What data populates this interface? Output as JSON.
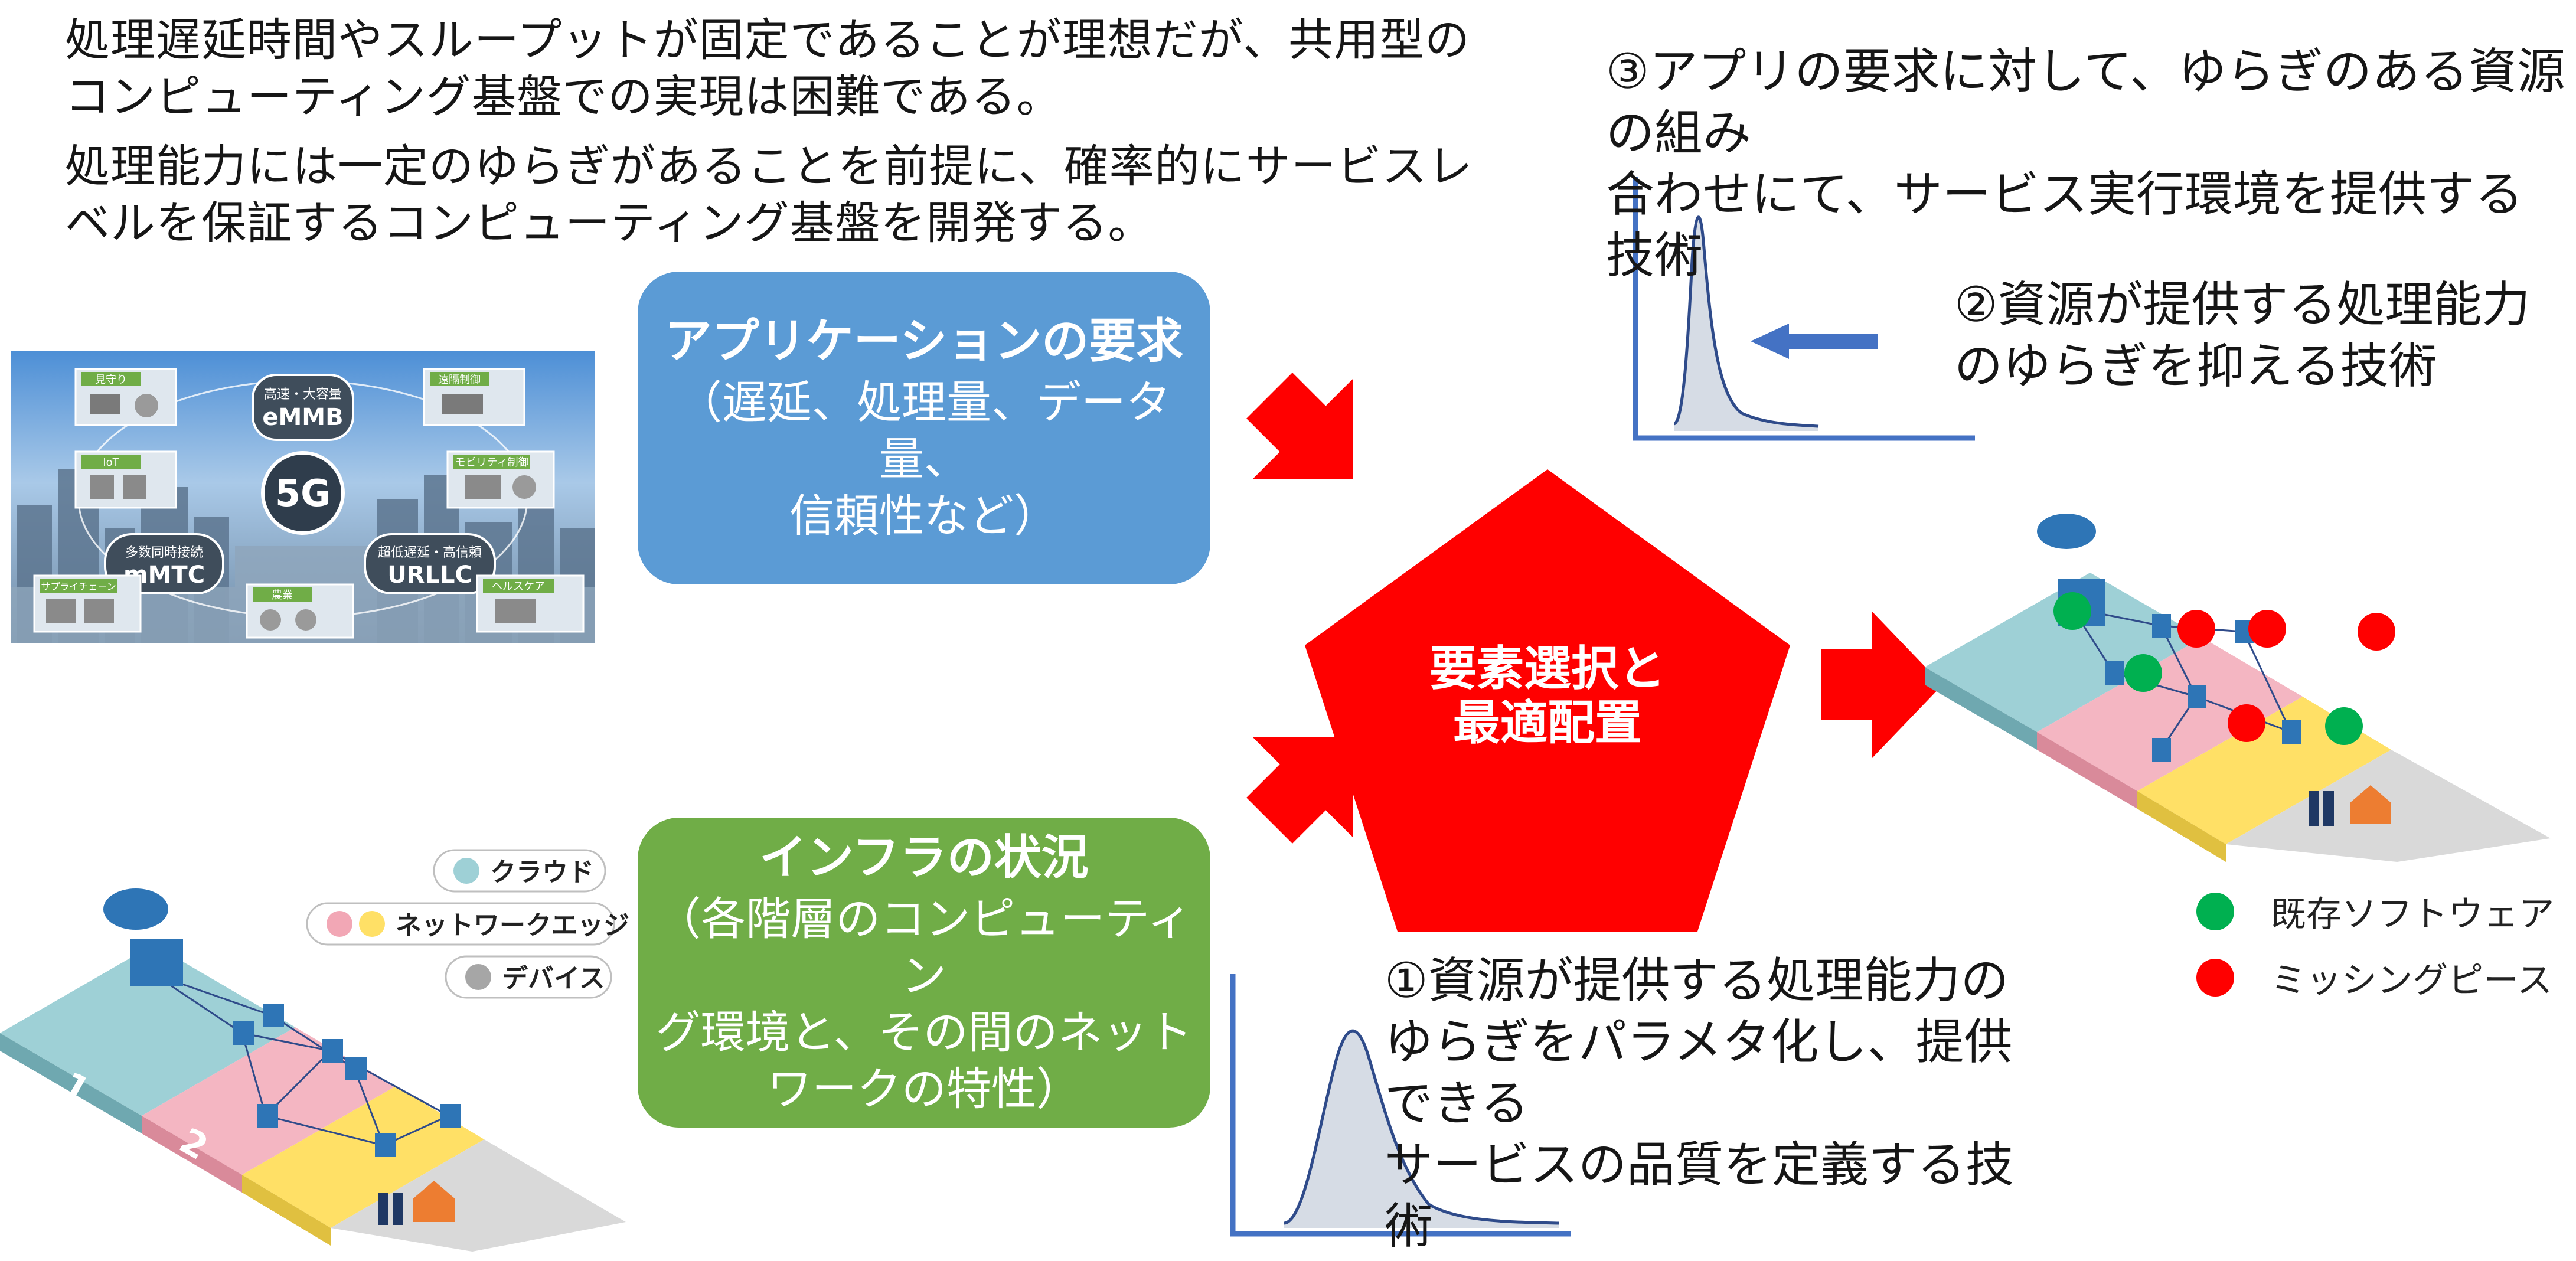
{
  "intro": {
    "paragraph1": "処理遅延時間やスループットが固定であることが理想だが、共用型のコンピューティング基盤での実現は困難である。",
    "paragraph2": "処理能力には一定のゆらぎがあることを前提に、確率的にサービスレベルを保証するコンピューティング基盤を開発する。"
  },
  "services_image": {
    "center": "5G",
    "embb_caption": "高速・大容量",
    "embb": "eMMB",
    "mmtc_caption": "多数同時接続",
    "mmtc": "mMTC",
    "urllc_caption": "超低遅延・高信頼",
    "urllc": "URLLC",
    "tags": [
      "見守り",
      "遠隔制御",
      "IoT",
      "モビリティ制御",
      "サプライチェーン",
      "農業",
      "ヘルスケア"
    ]
  },
  "app_box": {
    "title": "アプリケーションの要求",
    "body": "（遅延、処理量、データ量、\n信頼性など）",
    "color": "#5b9bd5"
  },
  "infra_box": {
    "title": "インフラの状況",
    "body": "（各階層のコンピューティン\nグ環境と、その間のネット\nワークの特性）",
    "color": "#70ad47"
  },
  "center": {
    "line1": "要素選択と",
    "line2": "最適配置",
    "color": "#ff0000"
  },
  "tech1": "①資源が提供する処理能力の\nゆらぎをパラメタ化し、提供できる\nサービスの品質を定義する技術",
  "tech2": "②資源が提供する処理能力\nのゆらぎを抑える技術",
  "tech3": "③アプリの要求に対して、ゆらぎのある資源の組み\n合わせにて、サービス実行環境を提供する技術",
  "layers_legend": {
    "cloud": "クラウド",
    "edge": "ネットワークエッジ",
    "device": "デバイス",
    "layer_numbers": [
      "1",
      "2"
    ]
  },
  "legend": {
    "existing": "既存ソフトウェア",
    "existing_color": "#00b050",
    "missing": "ミッシングピース",
    "missing_color": "#ff0000"
  }
}
